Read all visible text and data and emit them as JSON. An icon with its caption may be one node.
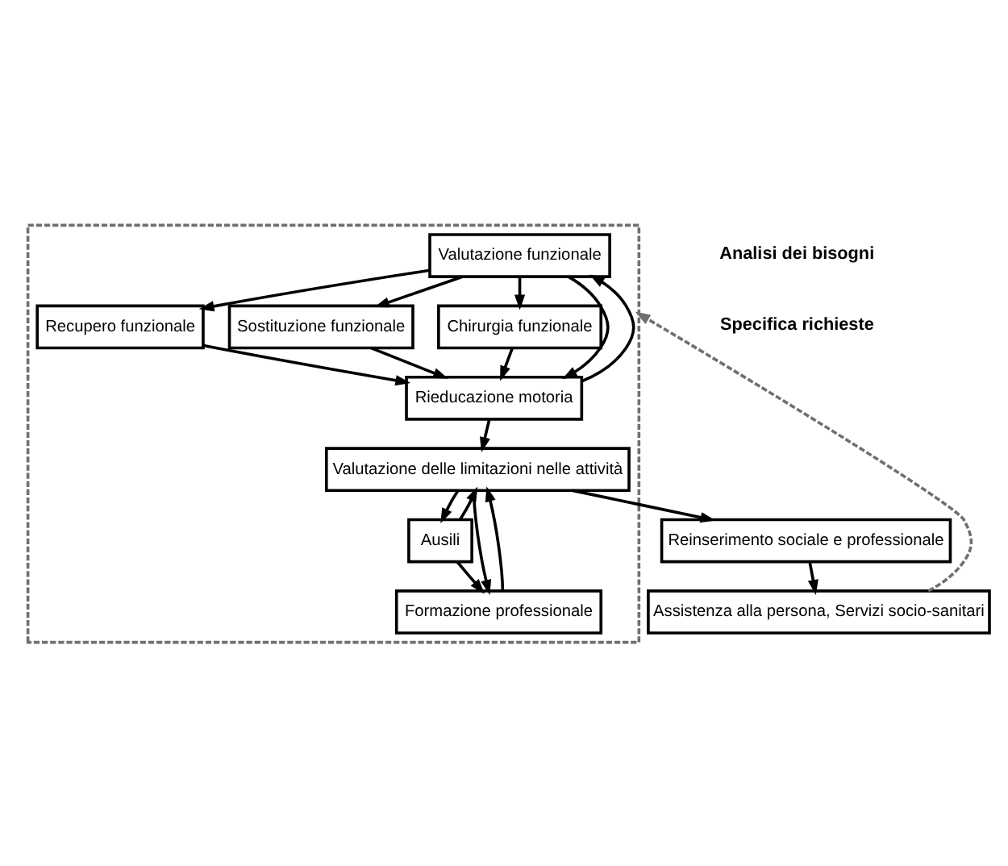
{
  "diagram": {
    "nodes": [
      {
        "text": [],
        "shape": "box"
      },
      {
        "text": [
          "Valutazione funzionale"
        ],
        "in": 0
      },
      {
        "text": [
          "Recupero funzionale"
        ],
        "in": 0
      },
      {
        "text": [
          "Sostituzione funzionale"
        ],
        "in": 0
      },
      {
        "text": [
          "Chirurgia funzionale"
        ],
        "in": 0
      },
      {
        "text": [
          "Rieducazione motoria"
        ],
        "in": 0
      },
      {
        "text": [
          "Valutazione delle limitazioni nelle attività"
        ],
        "in": 0
      },
      {
        "text": [
          "Ausili"
        ],
        "in": 0
      },
      {
        "text": [
          "Formazione professionale"
        ],
        "in": 0
      },
      {
        "text": [
          "Reinserimento sociale e professionale"
        ]
      },
      {
        "text": [
          "Assistenza alla persona, Servizi socio-sanitari"
        ]
      }
    ],
    "edges": [
      {
        "from": 1,
        "to": 2,
        "arrow": "to"
      },
      {
        "from": 1,
        "to": 3,
        "arrow": "to"
      },
      {
        "from": 1,
        "to": 4,
        "arrow": "to"
      },
      {
        "from": 2,
        "to": 5,
        "arrow": "to"
      },
      {
        "from": 3,
        "to": 5,
        "arrow": "to"
      },
      {
        "from": 4,
        "to": 5,
        "arrow": "to"
      },
      {
        "from": 1,
        "to": 5,
        "arrow": "to"
      },
      {
        "from": 5,
        "to": 1,
        "arrow": "to"
      },
      {
        "from": 5,
        "to": 6,
        "arrow": "to"
      },
      {
        "from": 6,
        "to": 7,
        "arrow": "to"
      },
      {
        "from": 6,
        "to": 8,
        "arrow": "to"
      },
      {
        "from": 7,
        "to": 6,
        "arrow": "to"
      },
      {
        "from": 8,
        "to": 6,
        "arrow": "to"
      },
      {
        "from": 7,
        "to": 8,
        "arrow": "to"
      },
      {
        "from": 6,
        "to": 9,
        "arrow": "to"
      },
      {
        "from": 9,
        "to": 10,
        "arrow": "to"
      },
      {
        "from": 10,
        "to": 0,
        "arrow": "to",
        "style": "dashed",
        "color": "#707070"
      }
    ],
    "labels": [
      "Analisi dei bisogni",
      "Specifica richieste"
    ]
  }
}
